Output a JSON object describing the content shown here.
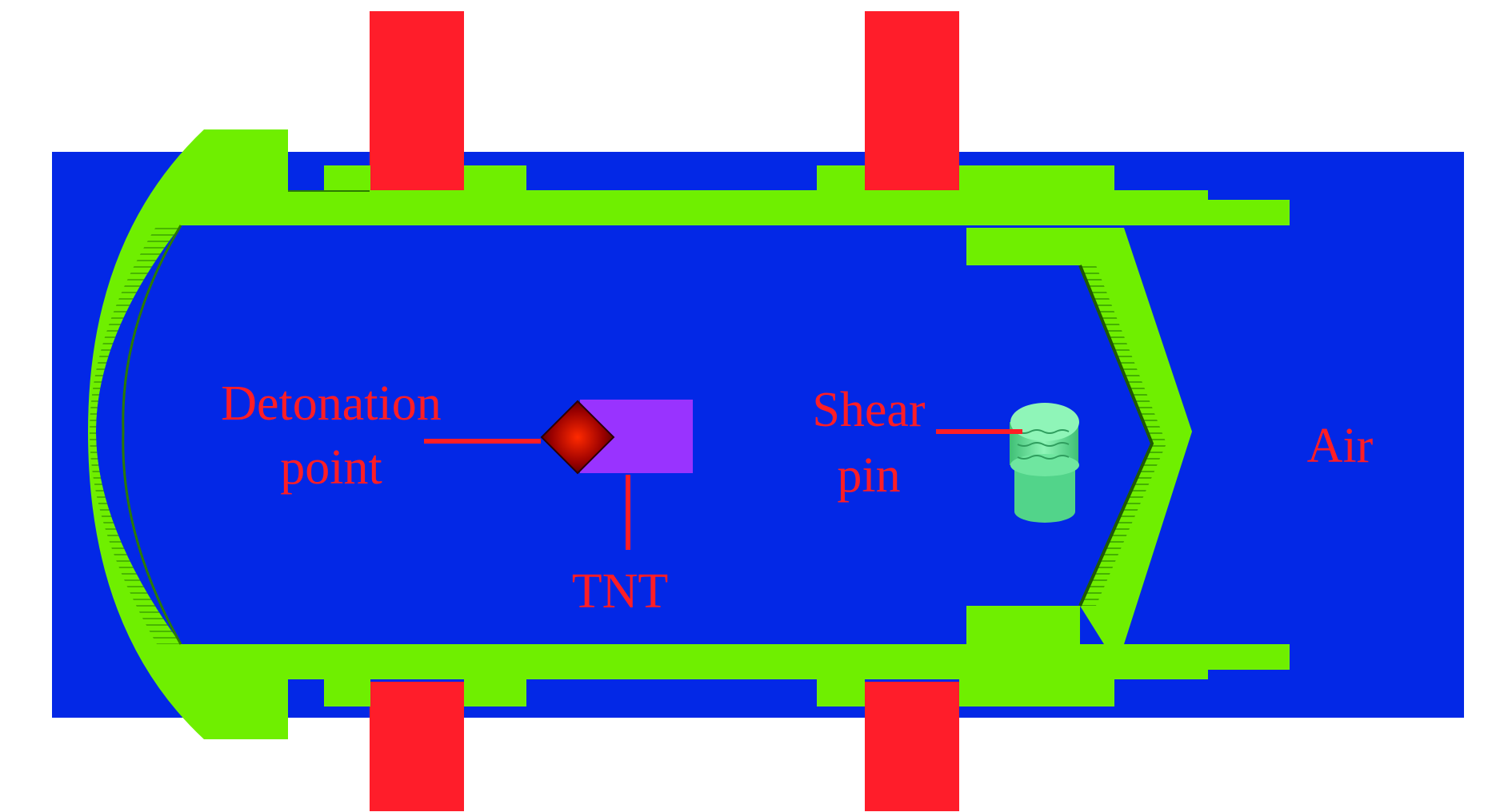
{
  "labels": {
    "detonation_line1": "Detonation",
    "detonation_line2": "point",
    "tnt": "TNT",
    "shear_line1": "Shear",
    "shear_line2": "pin",
    "air": "Air"
  },
  "colors": {
    "air": "#0328e6",
    "casing": "#6fef00",
    "casing_dark": "#3aa000",
    "support": "#ff1d2a",
    "tnt": "#9933ff",
    "label": "#ff1d25",
    "shear_pin": "#6de89a",
    "detonation": "#cc0000"
  }
}
